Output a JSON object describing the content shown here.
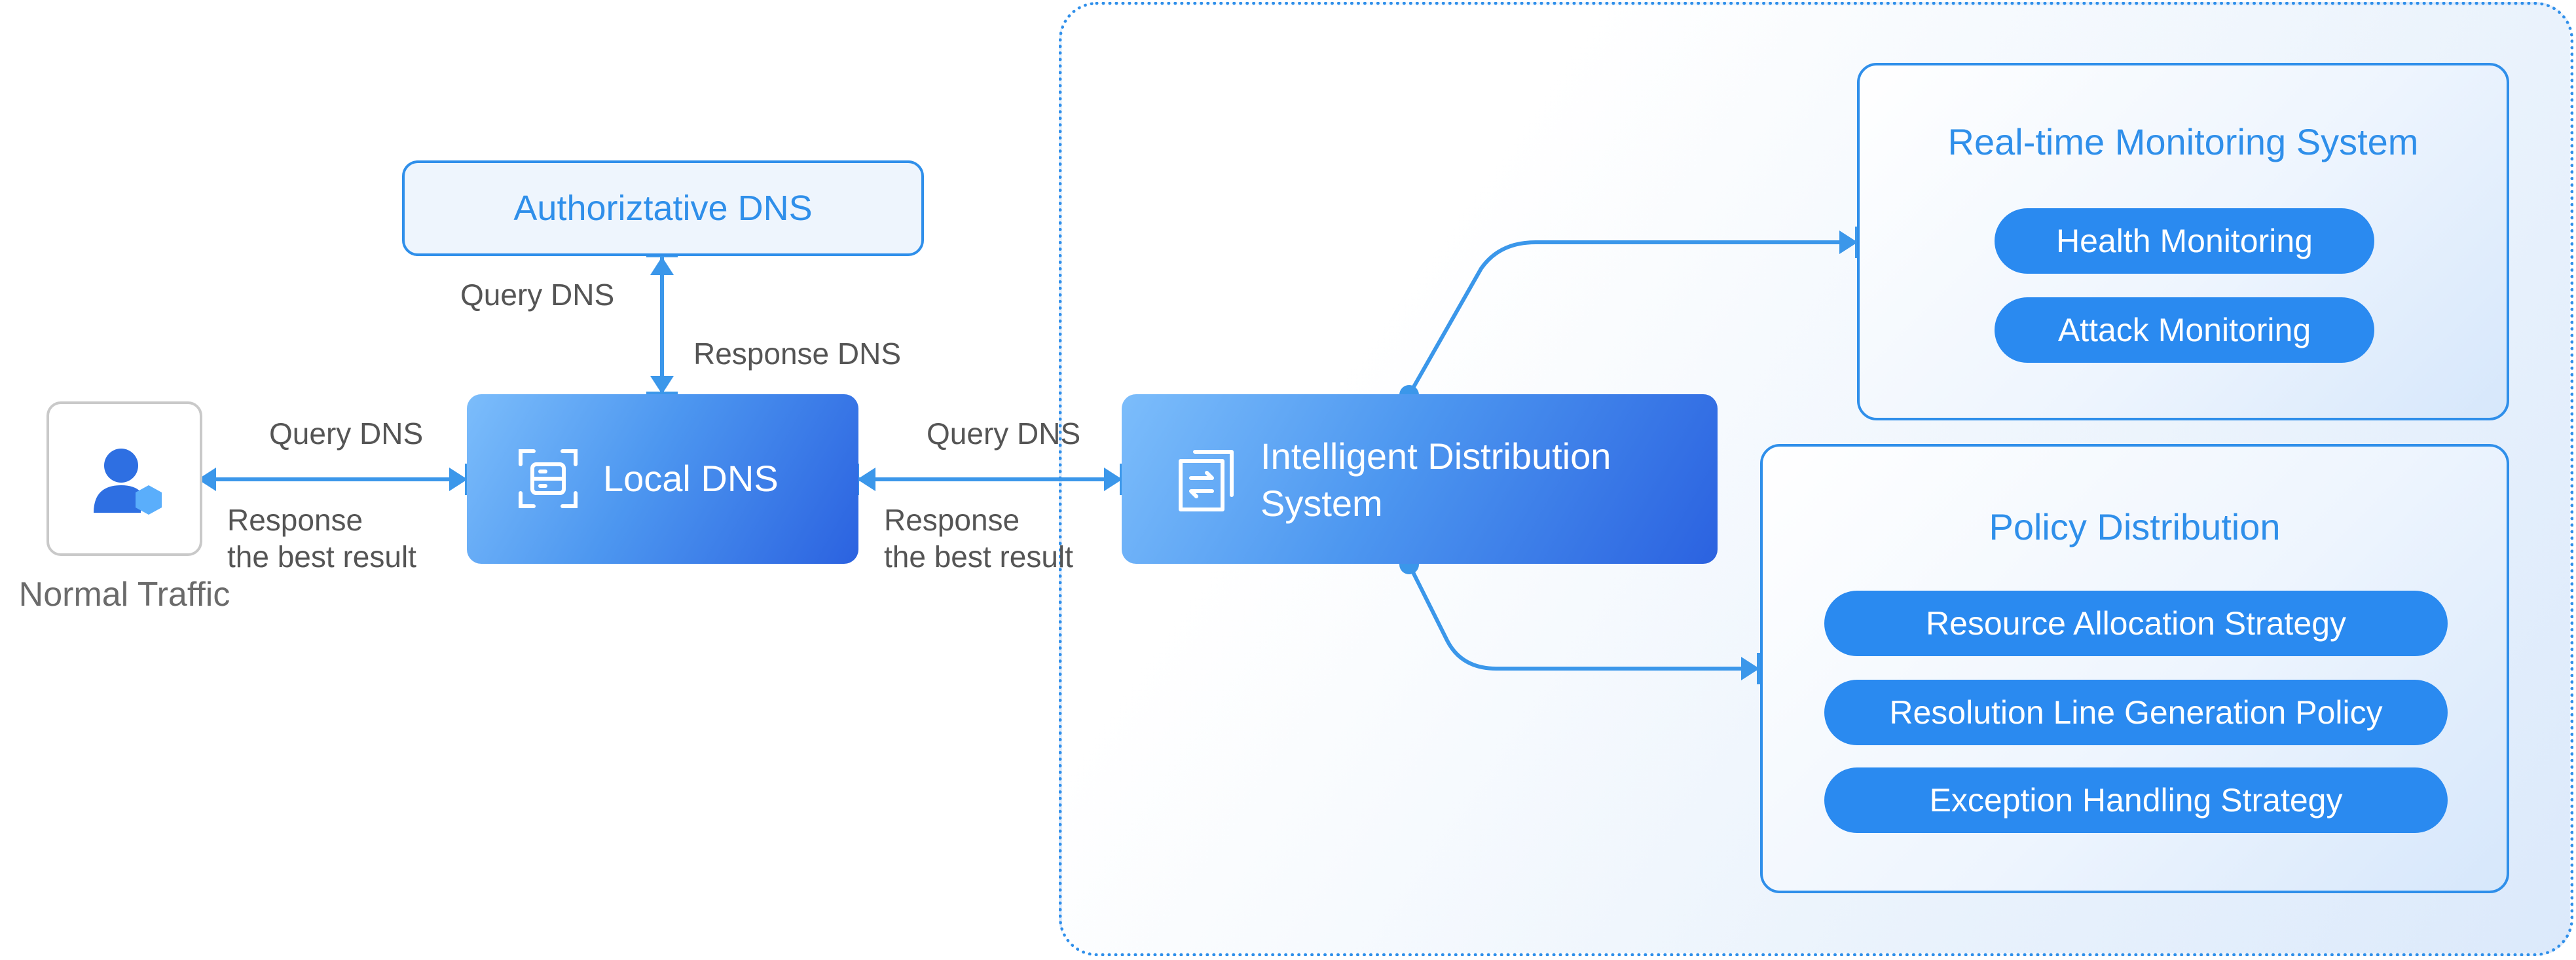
{
  "normal_traffic": {
    "label": "Normal Traffic"
  },
  "authoritative_dns": {
    "label": "Authoriztative DNS"
  },
  "local_dns": {
    "label": "Local DNS"
  },
  "intelligent_distribution": {
    "label_line1": "Intelligent Distribution",
    "label_line2": "System"
  },
  "edge_labels": {
    "query_dns_top": "Query DNS",
    "response_dns_top": "Response DNS",
    "query_dns_left": "Query DNS",
    "response_left_line1": "Response",
    "response_left_line2": "the best result",
    "query_dns_mid": "Query DNS",
    "response_mid_line1": "Response",
    "response_mid_line2": "the best result"
  },
  "monitoring_panel": {
    "title": "Real-time Monitoring System",
    "items": [
      "Health Monitoring",
      "Attack Monitoring"
    ]
  },
  "policy_panel": {
    "title": "Policy Distribution",
    "items": [
      "Resource Allocation Strategy",
      "Resolution Line Generation Policy",
      "Exception Handling Strategy"
    ]
  },
  "colors": {
    "accent": "#2f8fea",
    "arrow": "#3b97ea",
    "pill": "#2a8af0",
    "node_light": "#7cbdfb",
    "node_dark": "#2b62e0",
    "label_gray": "#555555"
  },
  "icons": {
    "user": "user-shield-icon",
    "local_dns": "dns-server-scan-icon",
    "distribution": "document-transfer-icon"
  }
}
